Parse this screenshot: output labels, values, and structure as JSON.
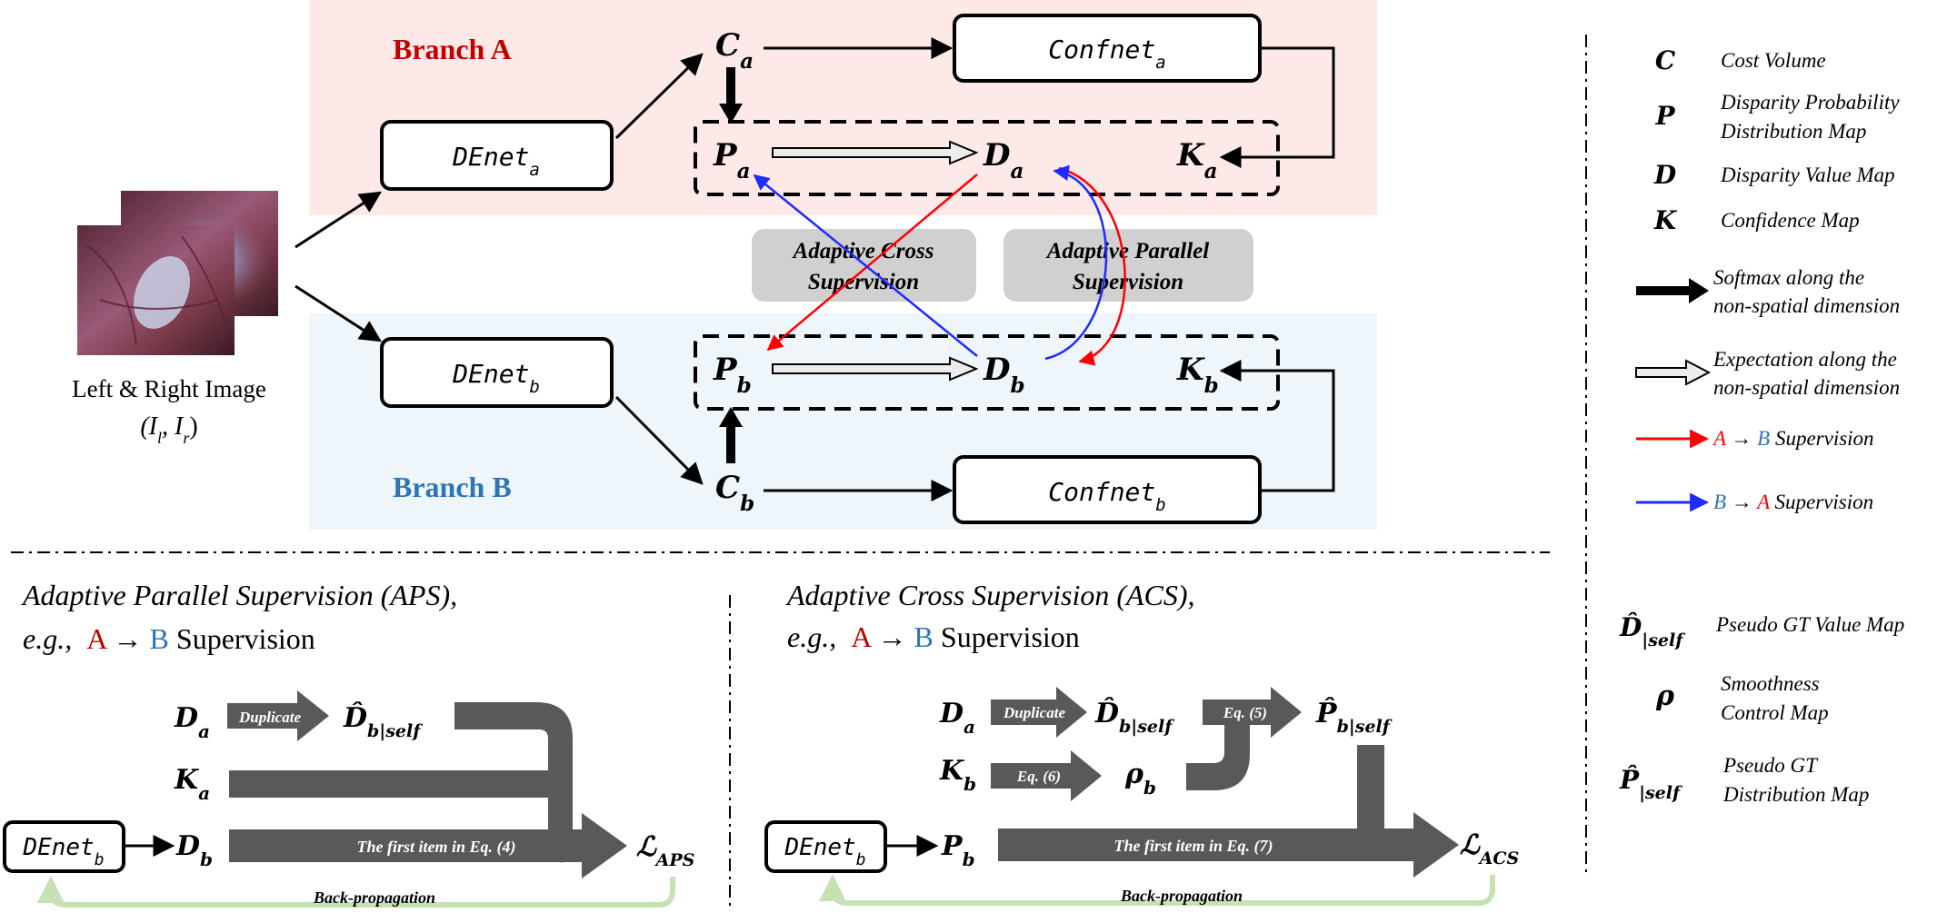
{
  "colors": {
    "branch_a_bg": "#fde9e8",
    "branch_b_bg": "#eef5fb",
    "branch_a_title": "#c00000",
    "branch_b_title": "#2e75b6",
    "a_to_b_arrow": "#ff0000",
    "b_to_a_arrow": "#1f2bff",
    "dark_arrow": "#595959",
    "bubble_bg": "#d0d0d0",
    "backprop": "#c6e2b4"
  },
  "top": {
    "branch_a_title": "Branch A",
    "branch_b_title": "Branch B",
    "input_caption_line1": "Left & Right Image",
    "input_caption_line2": "(I",
    "input_caption_sub_l": "l",
    "input_caption_comma": ", I",
    "input_caption_sub_r": "r",
    "input_caption_close": ")",
    "input_icon": "stereo-endoscopy-image-pair",
    "denet_base": "DEnet",
    "denet_a_sub": "a",
    "denet_b_sub": "b",
    "confnet_base": "Confnet",
    "confnet_a_sub": "a",
    "confnet_b_sub": "b",
    "node_c": "C",
    "node_p": "P",
    "node_d": "D",
    "node_k": "K",
    "sub_a": "a",
    "sub_b": "b",
    "acs_bubble_line1": "Adaptive Cross",
    "acs_bubble_line2": "Supervision",
    "aps_bubble_line1": "Adaptive Parallel",
    "aps_bubble_line2": "Supervision"
  },
  "legend": {
    "items": [
      {
        "symbol": "C",
        "text1": "Cost Volume",
        "text2": ""
      },
      {
        "symbol": "P",
        "text1": "Disparity Probability",
        "text2": "Distribution Map"
      },
      {
        "symbol": "D",
        "text1": "Disparity Value Map",
        "text2": ""
      },
      {
        "symbol": "K",
        "text1": "Confidence Map",
        "text2": ""
      }
    ],
    "softmax_line1": "Softmax along the",
    "softmax_line2": "non-spatial dimension",
    "expectation_line1": "Expectation along the",
    "expectation_line2": "non-spatial dimension",
    "ab_a": "A",
    "ab_arrow": " → ",
    "ab_b": "B",
    "ab_rest": " Supervision",
    "ba_b": "B",
    "ba_arrow": " → ",
    "ba_a": "A",
    "ba_rest": " Supervision",
    "dhat_symbol": "D̂",
    "dhat_sub": "|self",
    "dhat_text": "Pseudo GT Value Map",
    "rho_symbol": "ρ",
    "rho_text1": "Smoothness",
    "rho_text2": "Control Map",
    "phat_symbol": "P̂",
    "phat_sub": "|self",
    "phat_text1": "Pseudo GT",
    "phat_text2": "Distribution Map"
  },
  "aps": {
    "title_line1": "Adaptive Parallel Supervision (APS),",
    "title_eg": "e.g.,",
    "title_a": "A",
    "title_arrow": " → ",
    "title_b": "B",
    "title_rest": " Supervision",
    "d_a": "D",
    "d_a_sub": "a",
    "duplicate": "Duplicate",
    "dhat": "D̂",
    "dhat_sub": "b|self",
    "k_a": "K",
    "k_a_sub": "a",
    "denet": "DEnet",
    "denet_sub": "b",
    "d_b": "D",
    "d_b_sub": "b",
    "first_item": "The first item in Eq. (4)",
    "loss": "ℒ",
    "loss_sub": "APS",
    "backprop": "Back-propagation"
  },
  "acs": {
    "title_line1": "Adaptive Cross Supervision (ACS),",
    "title_eg": "e.g.,",
    "title_a": "A",
    "title_arrow": " → ",
    "title_b": "B",
    "title_rest": " Supervision",
    "d_a": "D",
    "d_a_sub": "a",
    "duplicate": "Duplicate",
    "dhat": "D̂",
    "dhat_sub": "b|self",
    "eq5": "Eq. (5)",
    "phat": "P̂",
    "phat_sub": "b|self",
    "k_b": "K",
    "k_b_sub": "b",
    "eq6": "Eq. (6)",
    "rho": "ρ",
    "rho_sub": "b",
    "denet": "DEnet",
    "denet_sub": "b",
    "p_b": "P",
    "p_b_sub": "b",
    "first_item": "The first item in Eq. (7)",
    "loss": "ℒ",
    "loss_sub": "ACS",
    "backprop": "Back-propagation"
  }
}
